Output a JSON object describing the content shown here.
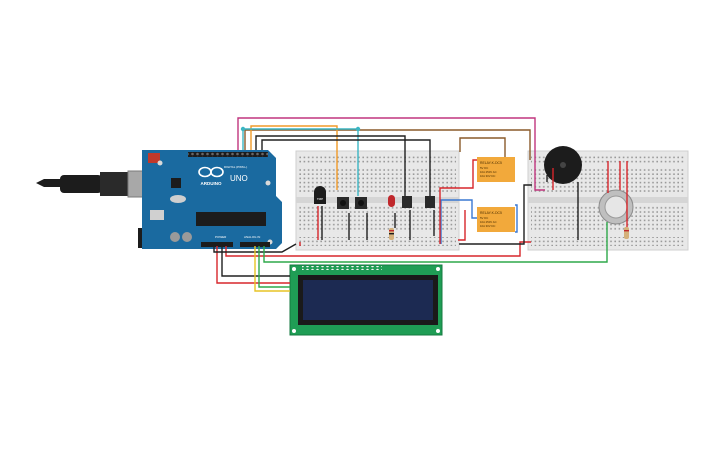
{
  "arduino": {
    "brand": "ARDUINO",
    "model": "UNO",
    "digital_header": "DIGITAL (PWM~)",
    "power_header": "POWER",
    "analog_header": "ANALOG IN"
  },
  "relays": [
    {
      "part": "RELAY-K-DC5",
      "lines": [
        "5V DC",
        "10A 250V AC",
        "10A 30V DC"
      ]
    },
    {
      "part": "RELAY-K-DC5",
      "lines": [
        "5V DC",
        "10A 250V AC",
        "10A 30V DC"
      ]
    }
  ],
  "icons": {
    "usb": "usb-cable-icon",
    "barrel": "barrel-jack-icon",
    "buzzer": "piezo-buzzer-icon",
    "gas": "gas-sensor-icon",
    "lcd": "lcd-16x2-icon"
  },
  "colors": {
    "arduino_blue": "#1a6aa0",
    "breadboard": "#e8e8e8",
    "relay": "#f2a93b",
    "lcd_board": "#1f9d55",
    "lcd_screen": "#1c2a52",
    "wire_red": "#d7262b",
    "wire_black": "#202020",
    "wire_orange": "#f09a28",
    "wire_cyan": "#3bb6c4",
    "wire_magenta": "#c0357e",
    "wire_blue": "#3a78d2",
    "wire_green": "#2ea84a",
    "wire_yellow": "#e7c425",
    "wire_brown": "#8a5a2a"
  }
}
